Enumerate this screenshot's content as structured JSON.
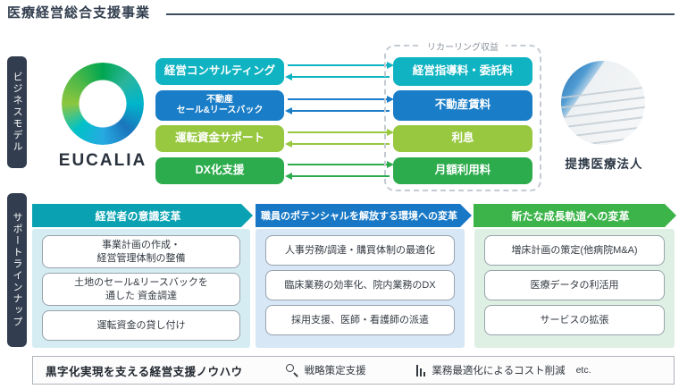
{
  "page": {
    "title": "医療経営総合支援事業"
  },
  "colors": {
    "teal": "#0fb3c1",
    "blue": "#1a7dc7",
    "lime": "#97c83f",
    "green": "#2dac4d",
    "dark_navy": "#323e4f",
    "header_teal": "#0aa2b2",
    "header_blue": "#1878c5",
    "header_green": "#3cb44a",
    "panel_teal": "#d5edf2",
    "panel_blue": "#d7e7f6",
    "panel_green": "#def0e3"
  },
  "business_model": {
    "section_label": "ビジネスモデル",
    "brand": "EUCALIA",
    "recurring_label": "リカーリング収益",
    "partner_label": "提携医療法人",
    "rows": [
      {
        "service": "経営コンサルティング",
        "revenue": "経営指導料・委託料"
      },
      {
        "service": "不動産\nセール&リースバック",
        "revenue": "不動産賃料"
      },
      {
        "service": "運転資金サポート",
        "revenue": "利息"
      },
      {
        "service": "DX化支援",
        "revenue": "月額利用料"
      }
    ]
  },
  "support": {
    "section_label": "サポートラインナップ",
    "columns": [
      {
        "header": "経営者の意識変革",
        "items": [
          "事業計画の作成・\n経営管理体制の整備",
          "土地のセール&リースバックを\n通した 資金調達",
          "運転資金の貸し付け"
        ]
      },
      {
        "header": "職員のポテンシャルを解放する環境への変革",
        "items": [
          "人事労務/調達・購買体制の最適化",
          "臨床業務の効率化、院内業務のDX",
          "採用支援、医師・看護師の派遣"
        ]
      },
      {
        "header": "新たな成長軌道への変革",
        "items": [
          "増床計画の策定(他病院M&A)",
          "医療データの利活用",
          "サービスの拡張"
        ]
      }
    ]
  },
  "footer": {
    "heading": "黒字化実現を支える経営支援ノウハウ",
    "items": [
      {
        "icon": "magnifier-icon",
        "label": "戦略策定支援"
      },
      {
        "icon": "bar-chart-icon",
        "label": "業務最適化によるコスト削減"
      }
    ],
    "etc_label": "etc."
  }
}
